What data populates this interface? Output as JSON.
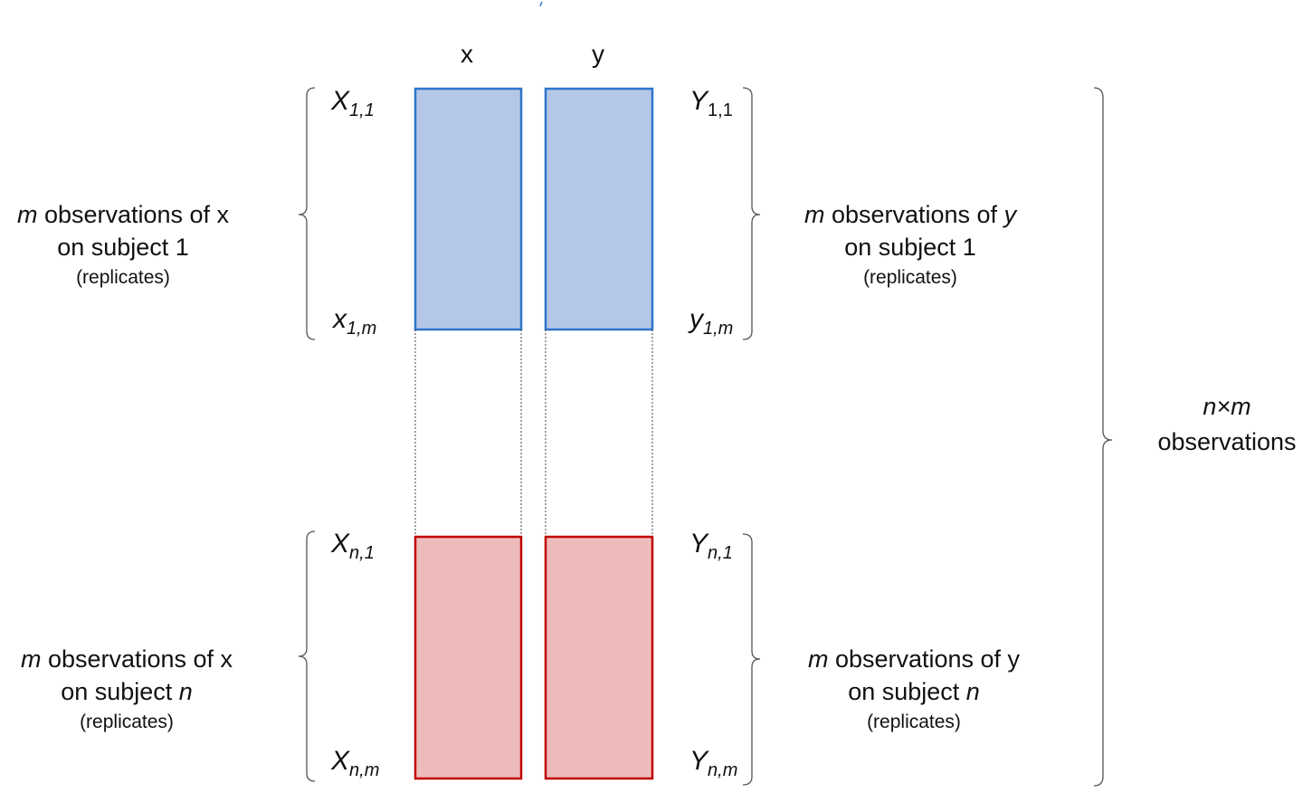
{
  "columns": {
    "x": "x",
    "y": "y"
  },
  "variables": {
    "X11": {
      "base": "X",
      "sub": "1,1"
    },
    "x1m": {
      "base": "x",
      "sub": "1,m"
    },
    "Xn1": {
      "base": "X",
      "sub": "n,1"
    },
    "Xnm": {
      "base": "X",
      "sub": "n,m"
    },
    "Y11": {
      "base": "Y",
      "sub": "1,1"
    },
    "y1m": {
      "base": "y",
      "sub": "1,m"
    },
    "Yn1": {
      "base": "Y",
      "sub": "n,1"
    },
    "Ynm": {
      "base": "Y",
      "sub": "n,m"
    }
  },
  "groups": {
    "x_subject_1": {
      "m": "m",
      "text1": " observations of x",
      "pre2": "on subject ",
      "subject": "1",
      "note": "(replicates)"
    },
    "y_subject_1": {
      "m": "m",
      "text1": " observations of ",
      "var": "y",
      "pre2": "on subject ",
      "subject": "1",
      "note": "(replicates)"
    },
    "x_subject_n": {
      "m": "m",
      "text1": " observations of x",
      "pre2": "on subject ",
      "subject": "n",
      "note": "(replicates)"
    },
    "y_subject_n": {
      "m": "m",
      "text1": " observations of y",
      "pre2": "on subject ",
      "subject": "n",
      "note": "(replicates)"
    }
  },
  "total": {
    "expr": "n×m",
    "label": "observations"
  },
  "colors": {
    "subject_1_fill": "#b4c7e7",
    "subject_1_stroke": "#2e75c9",
    "subject_n_fill": "#eebbbb",
    "subject_n_stroke": "#c00000",
    "bracket": "#555555"
  }
}
